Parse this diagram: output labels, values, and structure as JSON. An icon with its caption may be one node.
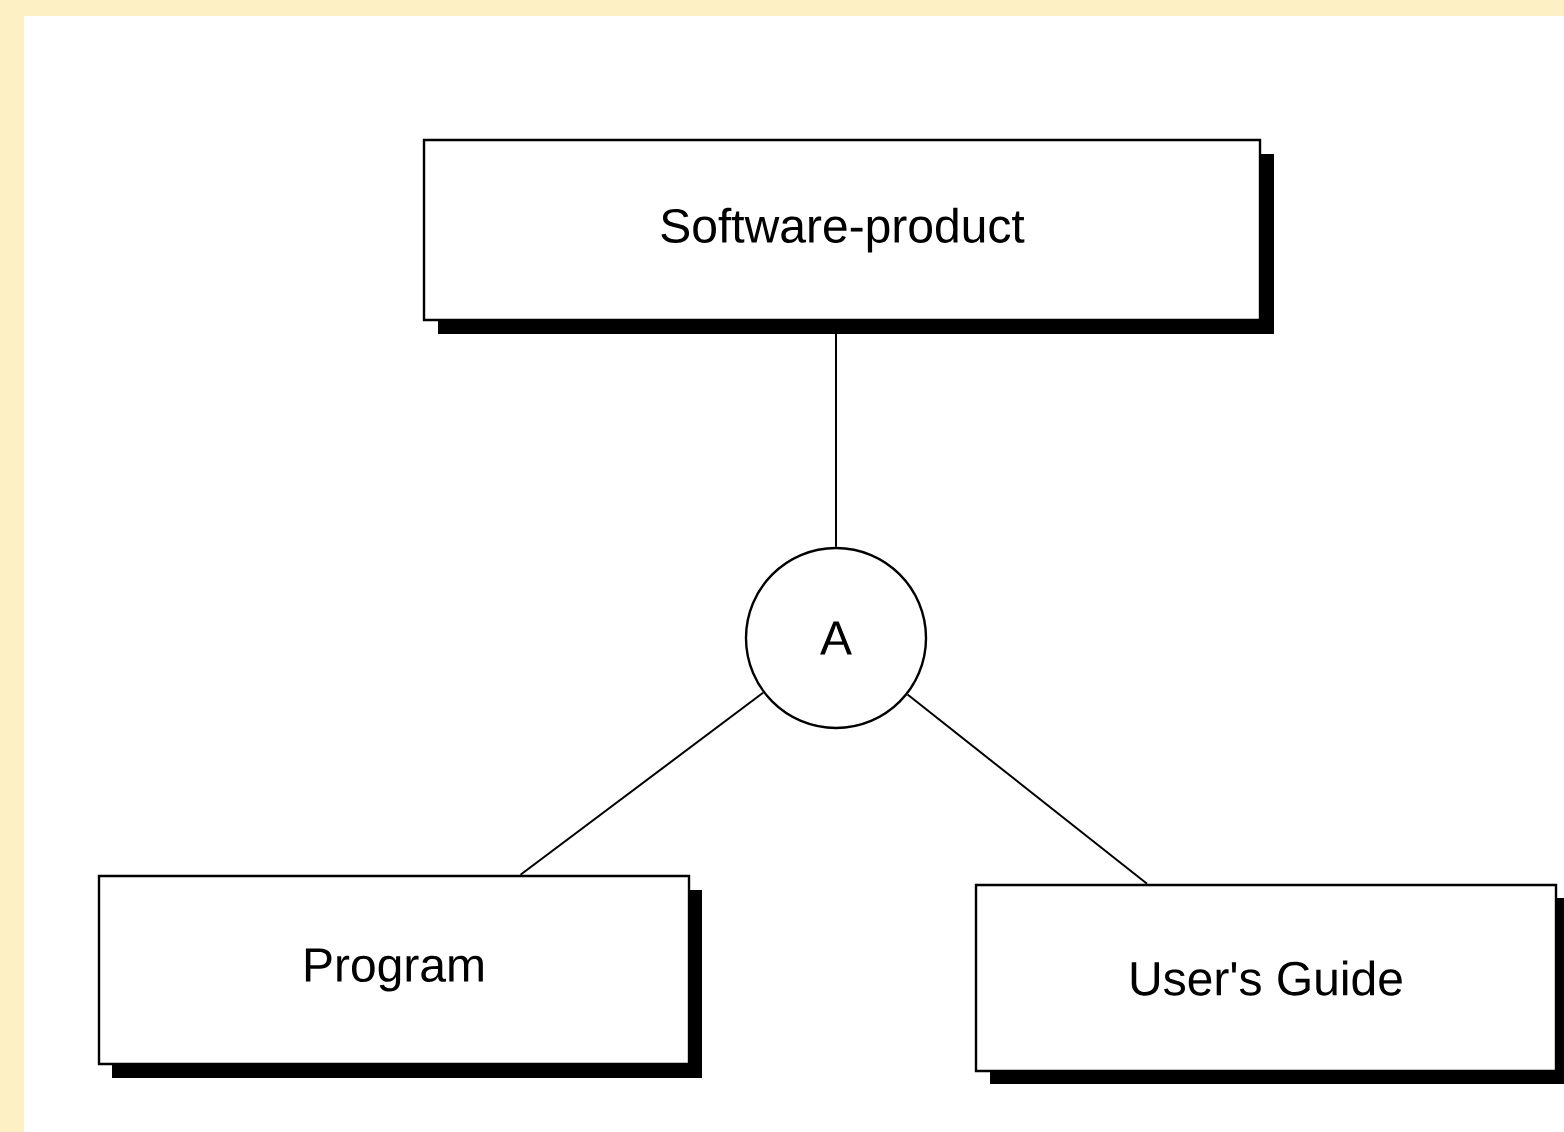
{
  "diagram": {
    "nodes": [
      {
        "text": [
          "Software-product"
        ]
      },
      {
        "text": [
          "A"
        ]
      },
      {
        "text": [
          "Program"
        ]
      },
      {
        "text": [
          "User's Guide"
        ]
      }
    ],
    "edges": [
      {
        "from": 0,
        "to": 1,
        "arrow": "none"
      },
      {
        "from": 1,
        "to": 2,
        "arrow": "none"
      },
      {
        "from": 1,
        "to": 3,
        "arrow": "none"
      }
    ]
  }
}
